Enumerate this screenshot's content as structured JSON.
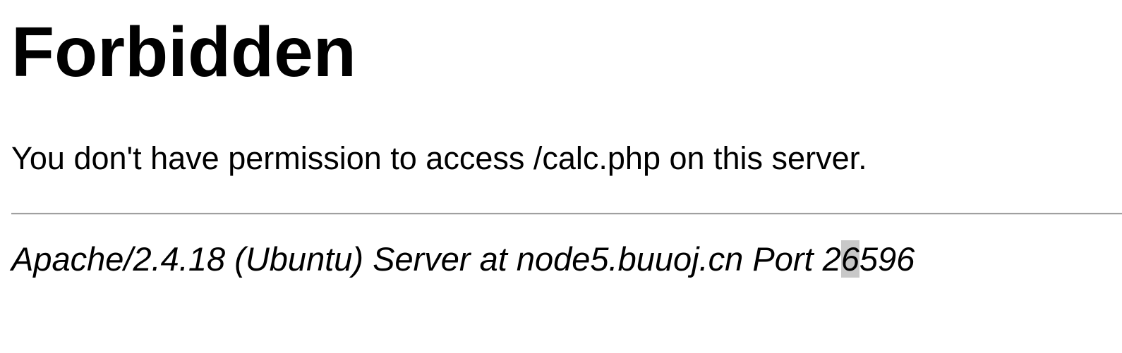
{
  "title": "Forbidden",
  "message": "You don't have permission to access /calc.php on this server.",
  "address": {
    "prefix": "Apache/2.4.18 (Ubuntu) Server at node5.buuoj.cn Port 2",
    "selected": "6",
    "suffix": "596"
  },
  "colors": {
    "selection": "#c8c8c8",
    "rule": "#a0a0a0"
  }
}
